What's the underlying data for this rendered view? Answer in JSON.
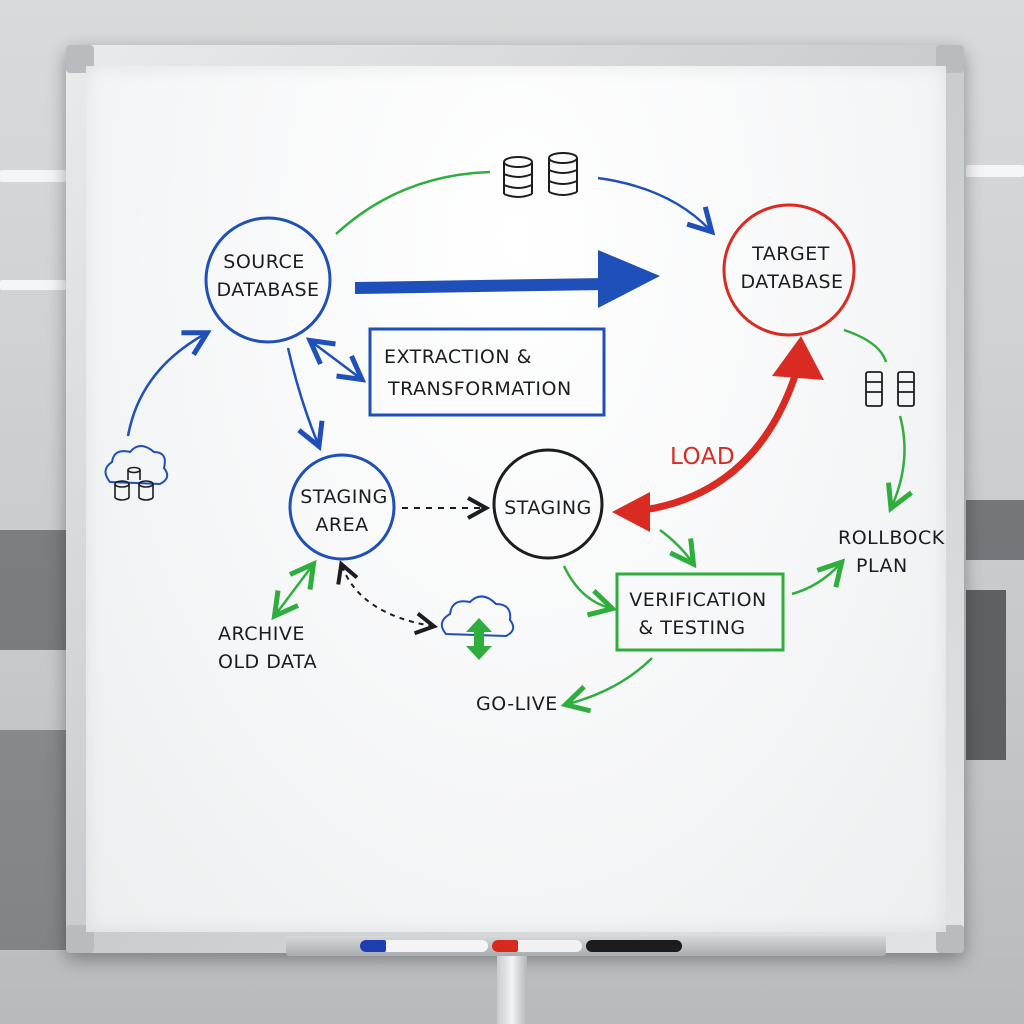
{
  "nodes": {
    "source_db": {
      "line1": "SOURCE",
      "line2": "DATABASE"
    },
    "target_db": {
      "line1": "TARGET",
      "line2": "DATABASE"
    },
    "extraction": {
      "line1": "EXTRACTION &",
      "line2": "TRANSFORMATION"
    },
    "staging_area": {
      "line1": "STAGING",
      "line2": "AREA"
    },
    "staging": {
      "label": "STAGING"
    },
    "verification": {
      "line1": "VERIFICATION",
      "line2": "& TESTING"
    },
    "archive": {
      "line1": "ARCHIVE",
      "line2": "OLD DATA"
    },
    "golive": {
      "label": "GO-LIVE"
    },
    "rollback": {
      "line1": "ROLLBOCK",
      "line2": "PLAN"
    }
  },
  "labels": {
    "load": "LOAD"
  },
  "colors": {
    "blue": "#1f4fb8",
    "red": "#d92b22",
    "green": "#2fae3e",
    "black": "#1d1d1f"
  },
  "icons": [
    "database-stack-icon",
    "server-icon",
    "cloud-database-icon",
    "cloud-sync-icon"
  ]
}
